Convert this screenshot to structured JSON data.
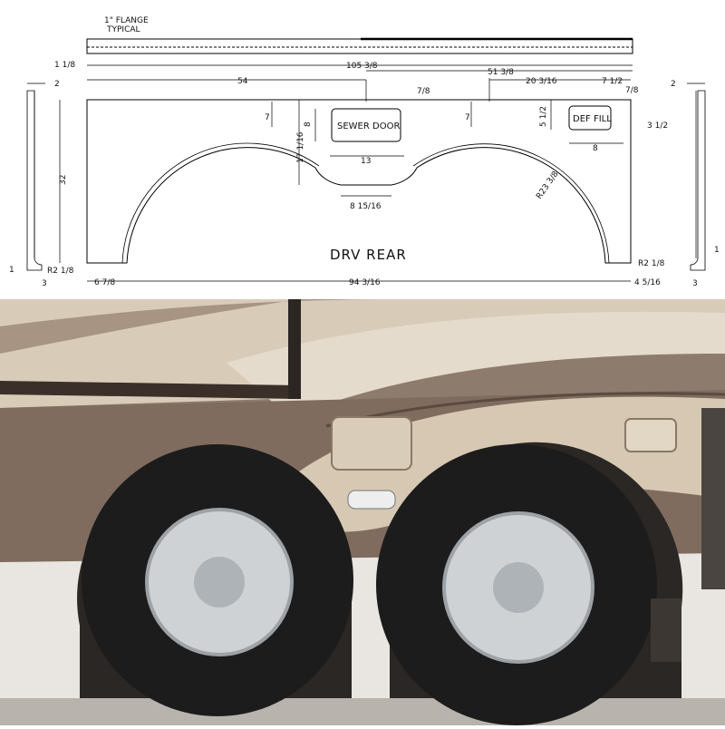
{
  "drawing": {
    "title": "DRV REAR",
    "flange_note_line1": "1\" FLANGE",
    "flange_note_line2": "TYPICAL",
    "sewer_door_label": "SEWER DOOR",
    "def_fill_label": "DEF FILL",
    "dims": {
      "overall_length": "105 3/8",
      "flange_offset": "1 1/8",
      "left_to_center": "54",
      "right_segment": "51 3/8",
      "def_offset": "20 3/16",
      "right_end_offset": "7 1/2",
      "right_small_top": "7/8",
      "sewer_top_offset": "7/8",
      "arch_top_left": "7",
      "arch_top_right": "7",
      "sewer_door_height": "8",
      "center_height": "17 1/16",
      "sewer_door_width": "13",
      "def_height": "5 1/2",
      "def_width": "8",
      "def_right_offset": "3 1/2",
      "arch_radius": "R23 3/8",
      "bridge_width": "8 15/16",
      "panel_height": "32",
      "bottom_length": "94 3/16",
      "left_leg": "6 7/8",
      "right_leg": "4 5/16",
      "left_fillet": "R2 1/8",
      "right_fillet": "R2 1/8",
      "profile_width": "2",
      "profile_width_right": "2",
      "profile_bottom": "3",
      "profile_bottom_right": "3",
      "profile_lip": "1",
      "profile_lip_right": "1"
    }
  },
  "photo": {
    "colors": {
      "body_dark": "#5e4f45",
      "body_mid": "#8d7b6d",
      "body_light": "#d8cbb8",
      "body_white": "#e9e6e1",
      "tire": "#1d1c1c",
      "wheel": "#cfd2d4",
      "ground": "#b8b3ad"
    }
  }
}
